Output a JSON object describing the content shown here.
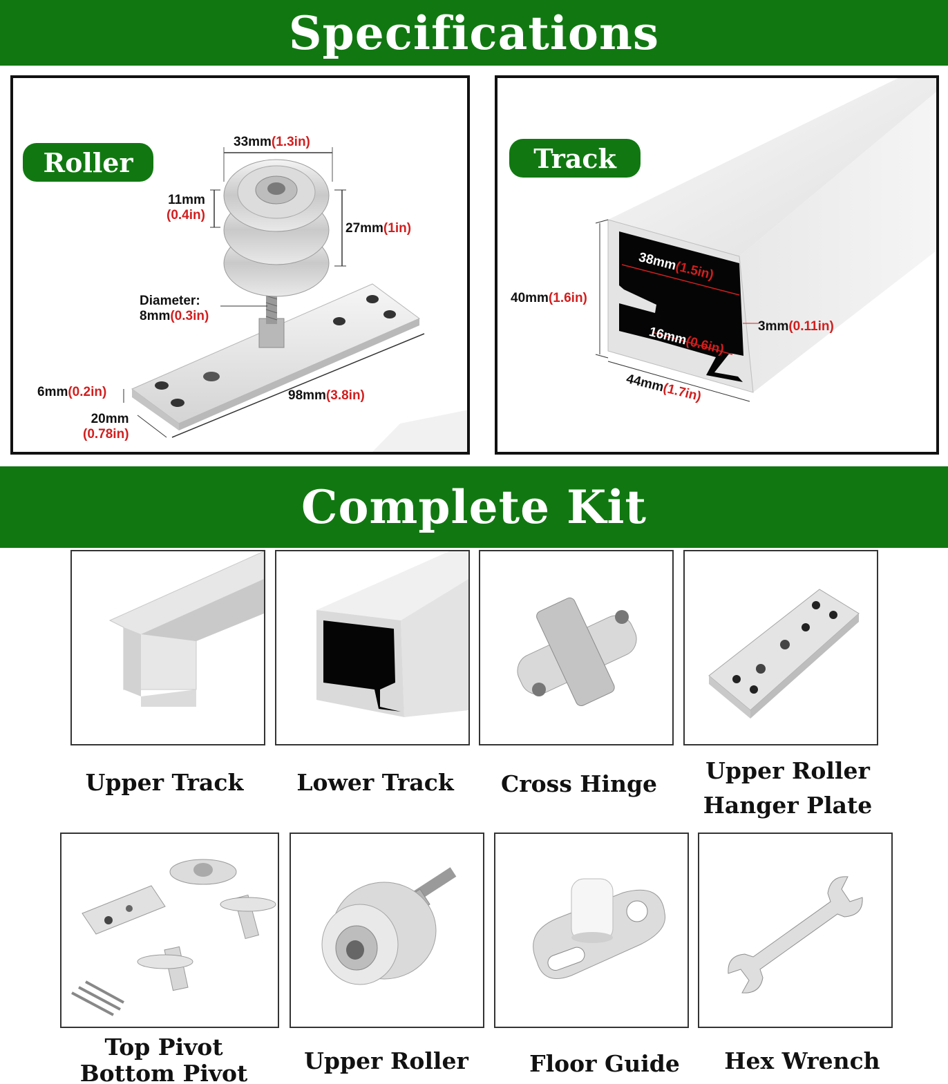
{
  "spec_banner": {
    "title": "Specifications"
  },
  "roller_panel": {
    "badge": "Roller",
    "width_mm": "33mm",
    "width_in": "(1.3in)",
    "wheel_mm": "11mm",
    "wheel_in": "(0.4in)",
    "height_mm": "27mm",
    "height_in": "(1in)",
    "diameter_label": "Diameter:",
    "diameter_mm": "8mm",
    "diameter_in": "(0.3in)",
    "plate_thick_mm": "6mm",
    "plate_thick_in": "(0.2in)",
    "plate_width_mm": "20mm",
    "plate_width_in": "(0.78in)",
    "plate_length_mm": "98mm",
    "plate_length_in": "(3.8in)"
  },
  "track_panel": {
    "badge": "Track",
    "height_mm": "40mm",
    "height_in": "(1.6in)",
    "inner_mm": "38mm",
    "inner_in": "(1.5in)",
    "slot_mm": "16mm",
    "slot_in": "(0.6in)",
    "wall_mm": "3mm",
    "wall_in": "(0.11in)",
    "width_mm": "44mm",
    "width_in": "(1.7in)"
  },
  "kit_banner": {
    "title": "Complete Kit"
  },
  "kit_items": {
    "upper_track": "Upper Track",
    "lower_track": "Lower Track",
    "cross_hinge": "Cross Hinge",
    "hanger_plate_line1": "Upper Roller",
    "hanger_plate_line2": "Hanger Plate",
    "pivot_line1": "Top Pivot",
    "pivot_line2": "Bottom Pivot",
    "upper_roller": "Upper Roller",
    "floor_guide": "Floor Guide",
    "hex_wrench": "Hex Wrench"
  },
  "colors": {
    "brand_green": "#117811",
    "dimension_red": "#d21e1e"
  }
}
